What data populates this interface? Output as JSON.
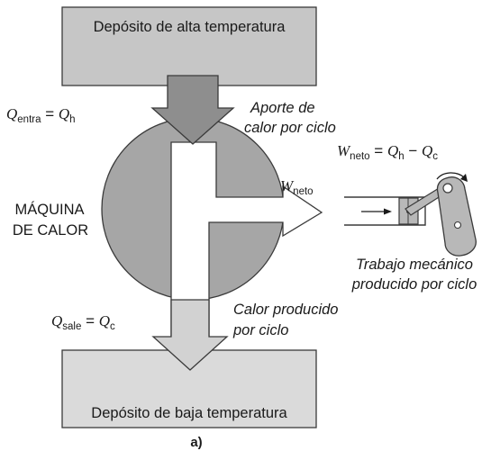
{
  "reservoirs": {
    "hot": "Depósito de alta temperatura",
    "cold": "Depósito de baja temperatura"
  },
  "engine": {
    "line1": "MÁQUINA",
    "line2": "DE CALOR"
  },
  "heat_in": {
    "symbol": "Q",
    "sub": "entra",
    "eq": " = ",
    "rhs": "Q",
    "rhs_sub": "h",
    "desc_line1": "Aporte de",
    "desc_line2": "calor por ciclo"
  },
  "heat_out": {
    "symbol": "Q",
    "sub": "sale",
    "eq": " = ",
    "rhs": "Q",
    "rhs_sub": "c",
    "desc_line1": "Calor producido",
    "desc_line2": "por ciclo"
  },
  "work": {
    "symbol": "W",
    "sub": "neto",
    "eq_symbol": "W",
    "eq_sub": "neto",
    "eq_mid": " = ",
    "eq_q1": "Q",
    "eq_q1_sub": "h",
    "eq_minus": " − ",
    "eq_q2": "Q",
    "eq_q2_sub": "c",
    "desc_line1": "Trabajo mecánico",
    "desc_line2": "producido por ciclo"
  },
  "caption": "a)",
  "colors": {
    "reservoir_hot": "#c6c6c6",
    "reservoir_cold": "#dadada",
    "engine": "#a6a6a6",
    "arrow_in": "#8e8e8e",
    "arrow_out": "#d2d2d2",
    "stroke": "#3a3a3a"
  }
}
